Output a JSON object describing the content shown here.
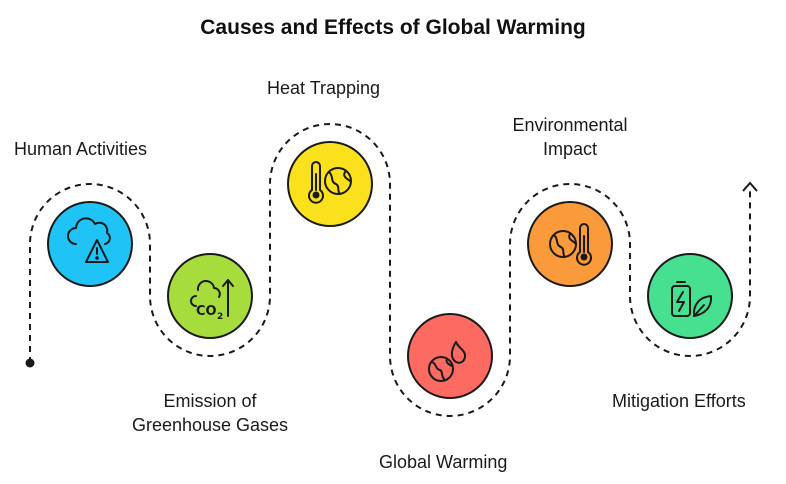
{
  "title": "Causes and Effects of Global Warming",
  "steps": [
    {
      "label_lines": [
        "Human Activities"
      ],
      "color": "#1fc3f5",
      "icon": "cloud-warning-icon"
    },
    {
      "label_lines": [
        "Emission of",
        "Greenhouse Gases"
      ],
      "color": "#a6dc3c",
      "icon": "co2-rising-icon"
    },
    {
      "label_lines": [
        "Heat Trapping"
      ],
      "color": "#fbe11c",
      "icon": "thermometer-globe-icon"
    },
    {
      "label_lines": [
        "Global Warming"
      ],
      "color": "#fc6a61",
      "icon": "globe-fire-icon"
    },
    {
      "label_lines": [
        "Environmental",
        "Impact"
      ],
      "color": "#fb9a3a",
      "icon": "globe-thermometer-icon"
    },
    {
      "label_lines": [
        "Mitigation Efforts"
      ],
      "color": "#47e091",
      "icon": "battery-leaf-icon"
    }
  ]
}
